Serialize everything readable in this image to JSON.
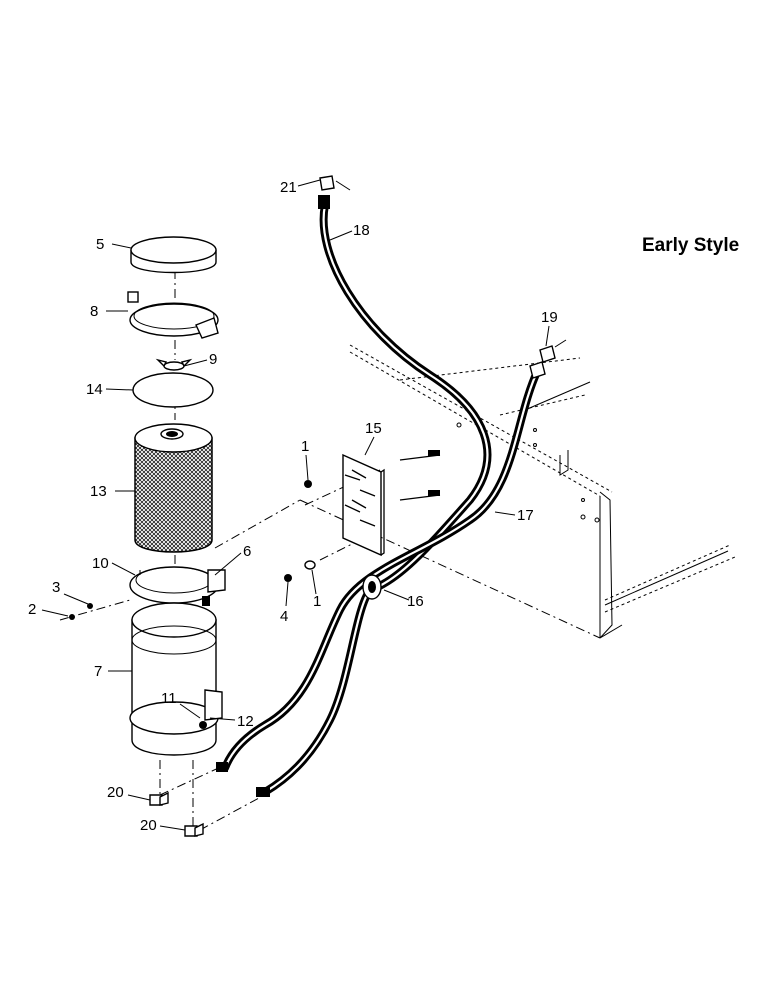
{
  "title": "Early Style",
  "callouts": [
    "1",
    "2",
    "3",
    "4",
    "5",
    "6",
    "7",
    "8",
    "9",
    "10",
    "11",
    "12",
    "13",
    "14",
    "15",
    "16",
    "17",
    "18",
    "19",
    "20",
    "21"
  ],
  "labels": {
    "c1a": "1",
    "c1b": "1",
    "c2": "2",
    "c3": "3",
    "c4": "4",
    "c5": "5",
    "c6": "6",
    "c7": "7",
    "c8": "8",
    "c9": "9",
    "c10": "10",
    "c11": "11",
    "c12": "12",
    "c13": "13",
    "c14": "14",
    "c15": "15",
    "c16": "16",
    "c17": "17",
    "c18": "18",
    "c19": "19",
    "c20a": "20",
    "c20b": "20",
    "c21": "21"
  }
}
